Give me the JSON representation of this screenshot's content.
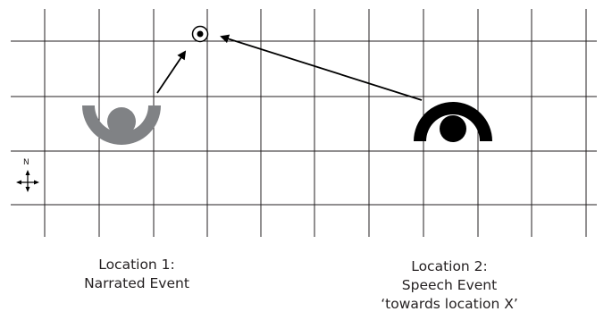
{
  "compass": {
    "label": "N",
    "icon": "compass-north-icon"
  },
  "target": {
    "icon": "target-location-icon"
  },
  "figures": [
    {
      "id": "narrated",
      "icon": "listener-grey-icon",
      "color": "#808285"
    },
    {
      "id": "speech",
      "icon": "speaker-black-icon",
      "color": "#000000"
    }
  ],
  "captions": {
    "location1": {
      "line1": "Location 1:",
      "line2": "Narrated Event"
    },
    "location2": {
      "line1": "Location 2:",
      "line2": "Speech Event",
      "line3": "‘towards location X’"
    }
  },
  "colors": {
    "grid": "#231f20",
    "arrow": "#000000"
  }
}
